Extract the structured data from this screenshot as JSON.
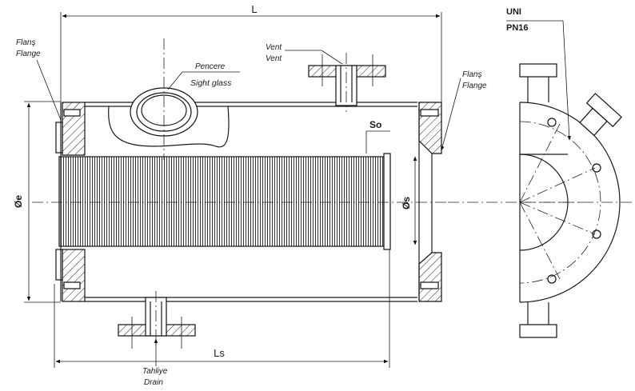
{
  "labels": {
    "length_total": "L",
    "length_strainer": "Ls",
    "diameter_outer": "Øe",
    "diameter_strainer": "Øs",
    "strainer_offset": "So",
    "flange_left_tr": "Flanş",
    "flange_left_en": "Flange",
    "flange_right_tr": "Flanş",
    "flange_right_en": "Flange",
    "vent_tr": "Vent",
    "vent_en": "Vent",
    "sight_glass_tr": "Pencere",
    "sight_glass_en": "Sight glass",
    "drain_tr": "Tahliye",
    "drain_en": "Drain",
    "standard": "UNI",
    "pressure": "PN16"
  },
  "colors": {
    "line": "#1a1a1a",
    "background": "#ffffff"
  }
}
